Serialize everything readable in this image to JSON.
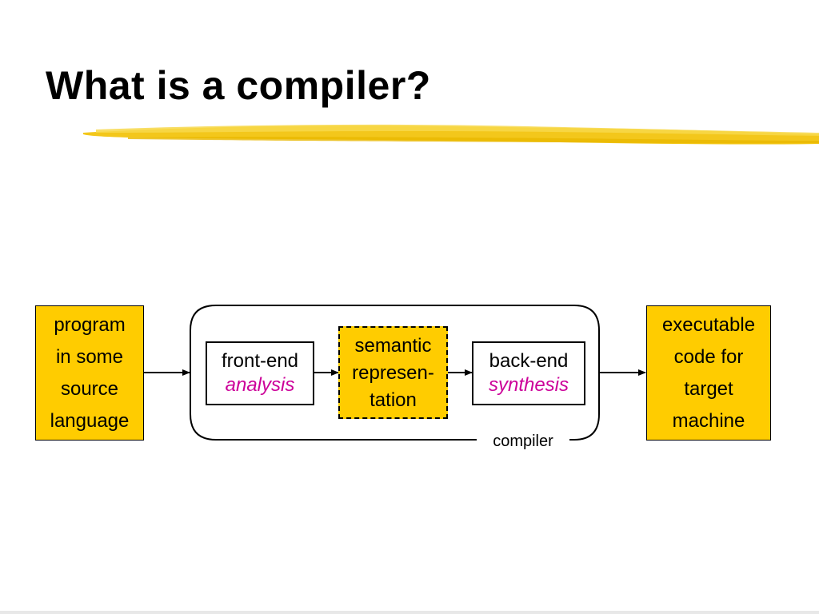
{
  "slide": {
    "title": "What is a compiler?"
  },
  "diagram": {
    "source": {
      "lines": [
        "program",
        "in some",
        "source",
        "language"
      ]
    },
    "front_end": {
      "label": "front-end",
      "role": "analysis"
    },
    "semantic": {
      "lines": [
        "semantic",
        "represen-",
        "tation"
      ]
    },
    "back_end": {
      "label": "back-end",
      "role": "synthesis"
    },
    "target": {
      "lines": [
        "executable",
        "code for",
        "target",
        "machine"
      ]
    },
    "container_label": "compiler"
  },
  "colors": {
    "box_fill": "#FFCC00",
    "role_text": "#CC0099",
    "underline": "#F2C40F"
  }
}
